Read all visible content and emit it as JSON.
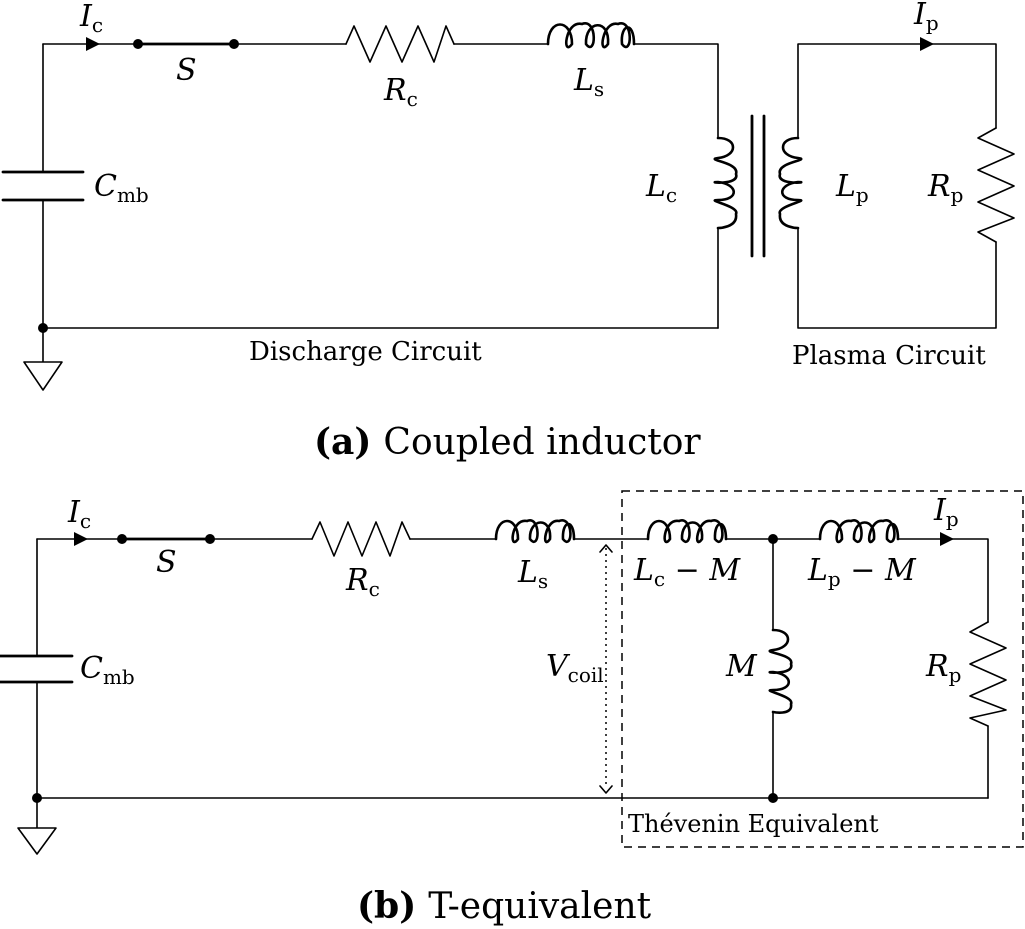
{
  "panel_a": {
    "caption_tag": "(a)",
    "caption_text": "Coupled inductor",
    "labels": {
      "Ic": {
        "main": "I",
        "sub": "c"
      },
      "S": {
        "main": "S"
      },
      "Rc": {
        "main": "R",
        "sub": "c"
      },
      "Ls": {
        "main": "L",
        "sub": "s"
      },
      "Cmb": {
        "main": "C",
        "sub": "mb"
      },
      "Lc": {
        "main": "L",
        "sub": "c"
      },
      "Lp": {
        "main": "L",
        "sub": "p"
      },
      "Rp": {
        "main": "R",
        "sub": "p"
      },
      "Ip": {
        "main": "I",
        "sub": "p"
      }
    },
    "discharge_label": "Discharge Circuit",
    "plasma_label": "Plasma Circuit"
  },
  "panel_b": {
    "caption_tag": "(b)",
    "caption_text": "T-equivalent",
    "labels": {
      "Ic": {
        "main": "I",
        "sub": "c"
      },
      "S": {
        "main": "S"
      },
      "Rc": {
        "main": "R",
        "sub": "c"
      },
      "Ls": {
        "main": "L",
        "sub": "s"
      },
      "Cmb": {
        "main": "C",
        "sub": "mb"
      },
      "LcM": {
        "main": "L",
        "sub": "c",
        "tail": " − M"
      },
      "LpM": {
        "main": "L",
        "sub": "p",
        "tail": " − M"
      },
      "M": {
        "main": "M"
      },
      "Rp": {
        "main": "R",
        "sub": "p"
      },
      "Ip": {
        "main": "I",
        "sub": "p"
      },
      "Vcoil": {
        "main": "V",
        "sub": "coil"
      }
    },
    "thevenin_label": "Thévenin Equivalent"
  }
}
